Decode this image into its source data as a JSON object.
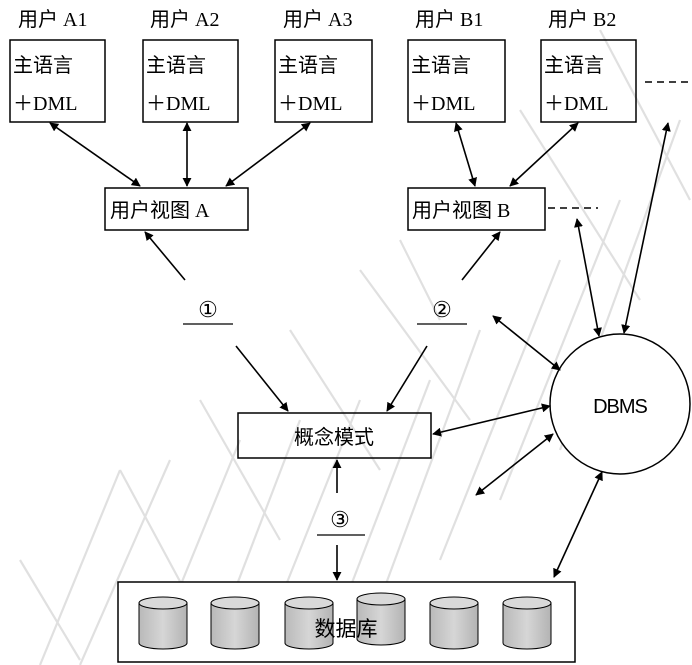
{
  "users": [
    {
      "label": "用户 A1",
      "lang": "主语言",
      "dml": "＋DML"
    },
    {
      "label": "用户 A2",
      "lang": "主语言",
      "dml": "＋DML"
    },
    {
      "label": "用户 A3",
      "lang": "主语言",
      "dml": "＋DML"
    },
    {
      "label": "用户 B1",
      "lang": "主语言",
      "dml": "＋DML"
    },
    {
      "label": "用户 B2",
      "lang": "主语言",
      "dml": "＋DML"
    }
  ],
  "views": {
    "a": "用户视图 A",
    "b": "用户视图 B"
  },
  "mappings": {
    "one": "①",
    "two": "②",
    "three": "③"
  },
  "conceptual": "概念模式",
  "dbms": "DBMS",
  "database": "数据库"
}
